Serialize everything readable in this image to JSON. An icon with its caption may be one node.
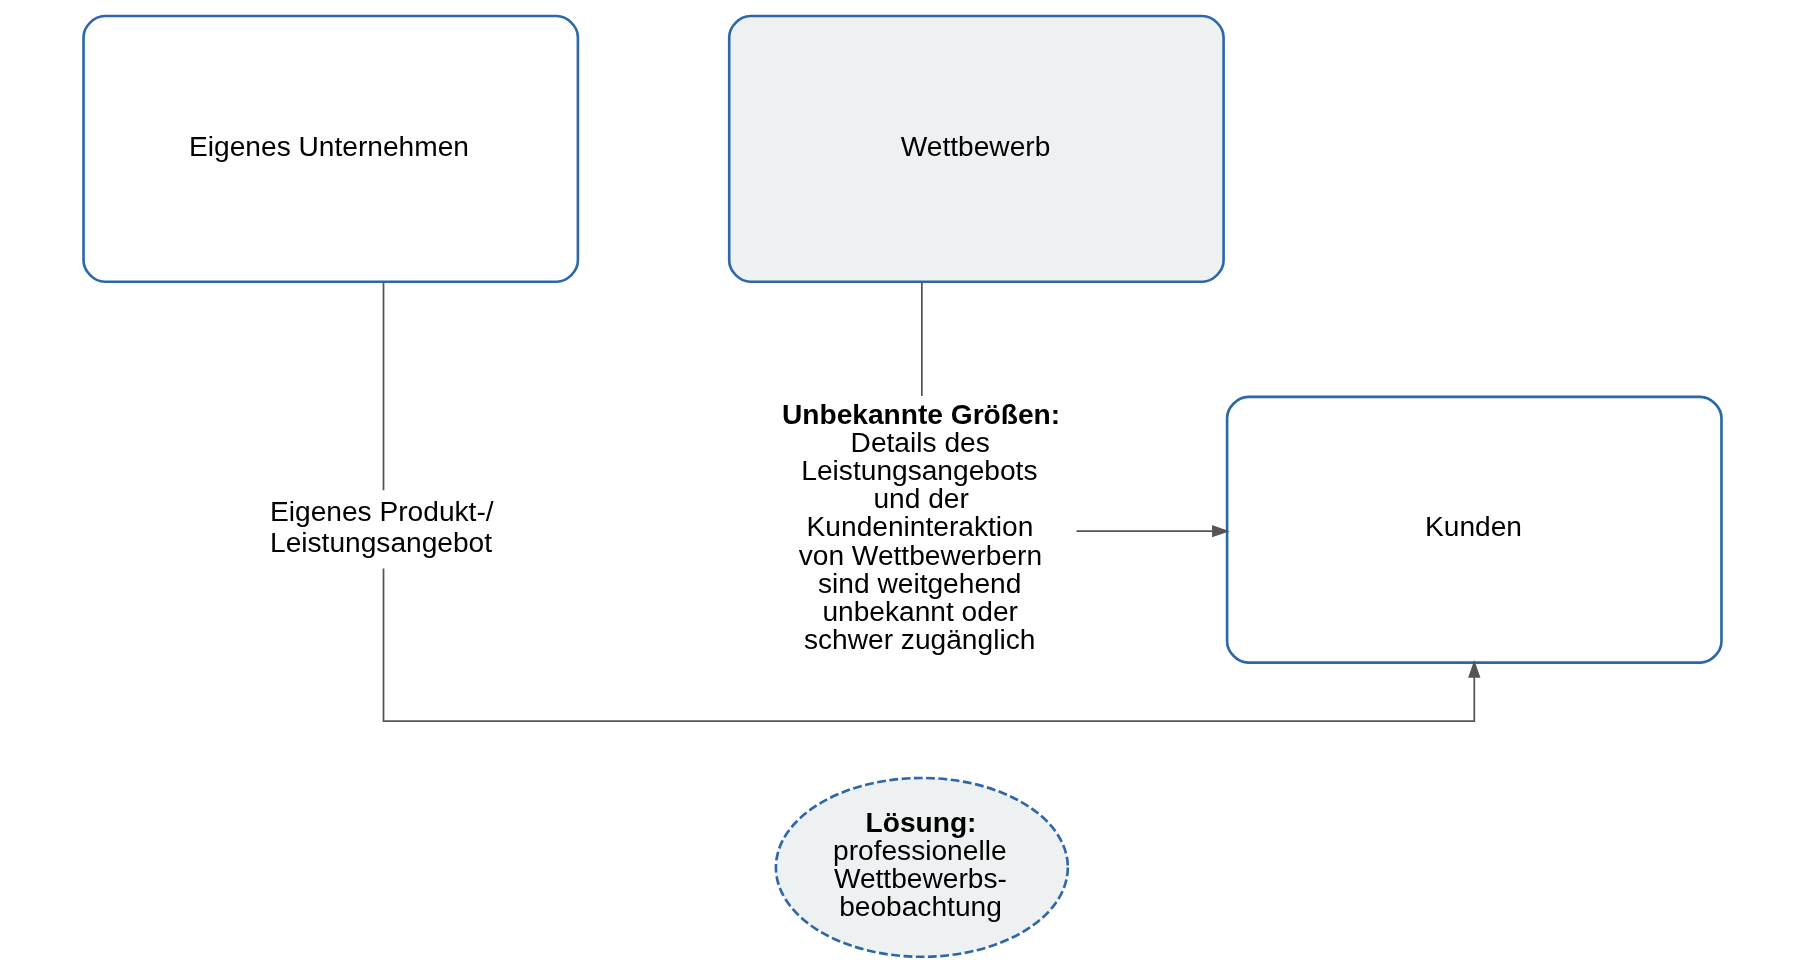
{
  "diagram": {
    "nodes": [
      {
        "text": [
          "Eigenes Unternehmen"
        ]
      },
      {
        "text": [
          "Eigenes Produkt-/ Leistungsangebot"
        ]
      },
      {
        "text": [
          "Kunden"
        ]
      },
      {
        "text": [
          "Wettbewerb"
        ]
      },
      {
        "text": [
          "Unbekannte Größen:",
          "Details des Leistungsangebots und der Kundeninteraktion von Wettbewerbern sind weitgehend unbekannt oder schwer zugänglich"
        ]
      },
      {
        "text": [
          "Lösung:",
          "professionelle Wettbewerbs- beobachtung"
        ]
      }
    ],
    "edges": [
      {
        "from": 0,
        "to": 1,
        "arrow": "none"
      },
      {
        "from": 1,
        "to": 2,
        "arrow": "to"
      },
      {
        "from": 4,
        "to": 2,
        "arrow": "to"
      },
      {
        "from": 3,
        "to": 4,
        "arrow": "none"
      }
    ]
  }
}
